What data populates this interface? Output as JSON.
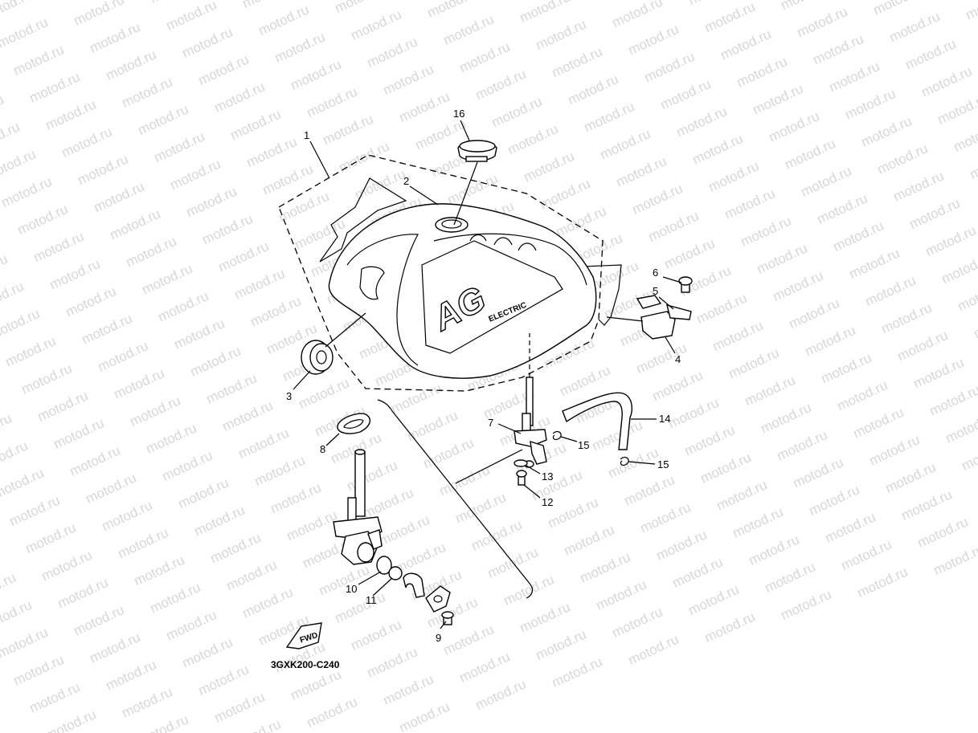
{
  "watermark": {
    "text": "motod.ru"
  },
  "callouts": {
    "c1": "1",
    "c2": "2",
    "c3": "3",
    "c4": "4",
    "c5": "5",
    "c6": "6",
    "c7": "7",
    "c8": "8",
    "c9": "9",
    "c10": "10",
    "c11": "11",
    "c12": "12",
    "c13": "13",
    "c14": "14",
    "c15a": "15",
    "c15b": "15",
    "c16": "16"
  },
  "tank_graphic": {
    "logo": "AG",
    "decal": "ELECTRIC"
  },
  "fwd_label": "FWD",
  "drawing_code": "3GXK200-C240"
}
